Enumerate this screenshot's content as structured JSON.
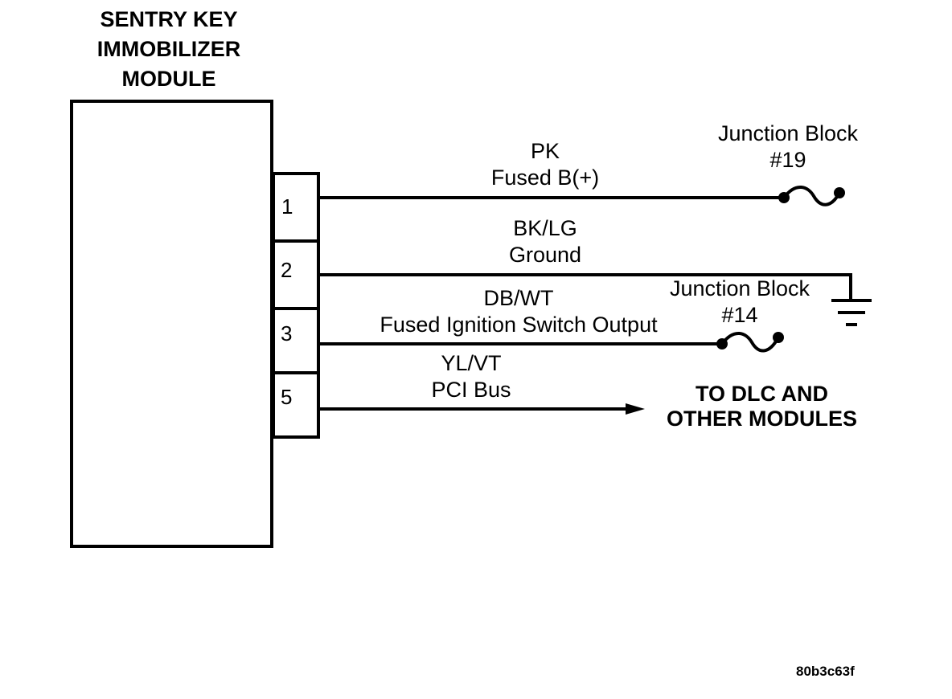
{
  "module": {
    "title_lines": [
      "SENTRY KEY",
      "IMMOBILIZER",
      "MODULE"
    ]
  },
  "pins": [
    {
      "number": "1",
      "wire_color": "PK",
      "circuit": "Fused B(+)",
      "destination": "Junction Block",
      "destination_id": "#19",
      "destination_type": "fuse"
    },
    {
      "number": "2",
      "wire_color": "BK/LG",
      "circuit": "Ground",
      "destination": "Ground",
      "destination_type": "ground"
    },
    {
      "number": "3",
      "wire_color": "DB/WT",
      "circuit": "Fused Ignition Switch Output",
      "destination": "Junction Block",
      "destination_id": "#14",
      "destination_type": "fuse"
    },
    {
      "number": "5",
      "wire_color": "YL/VT",
      "circuit": "PCI Bus",
      "destination_lines": [
        "TO DLC AND",
        "OTHER MODULES"
      ],
      "destination_type": "arrow"
    }
  ],
  "figure_code": "80b3c63f"
}
